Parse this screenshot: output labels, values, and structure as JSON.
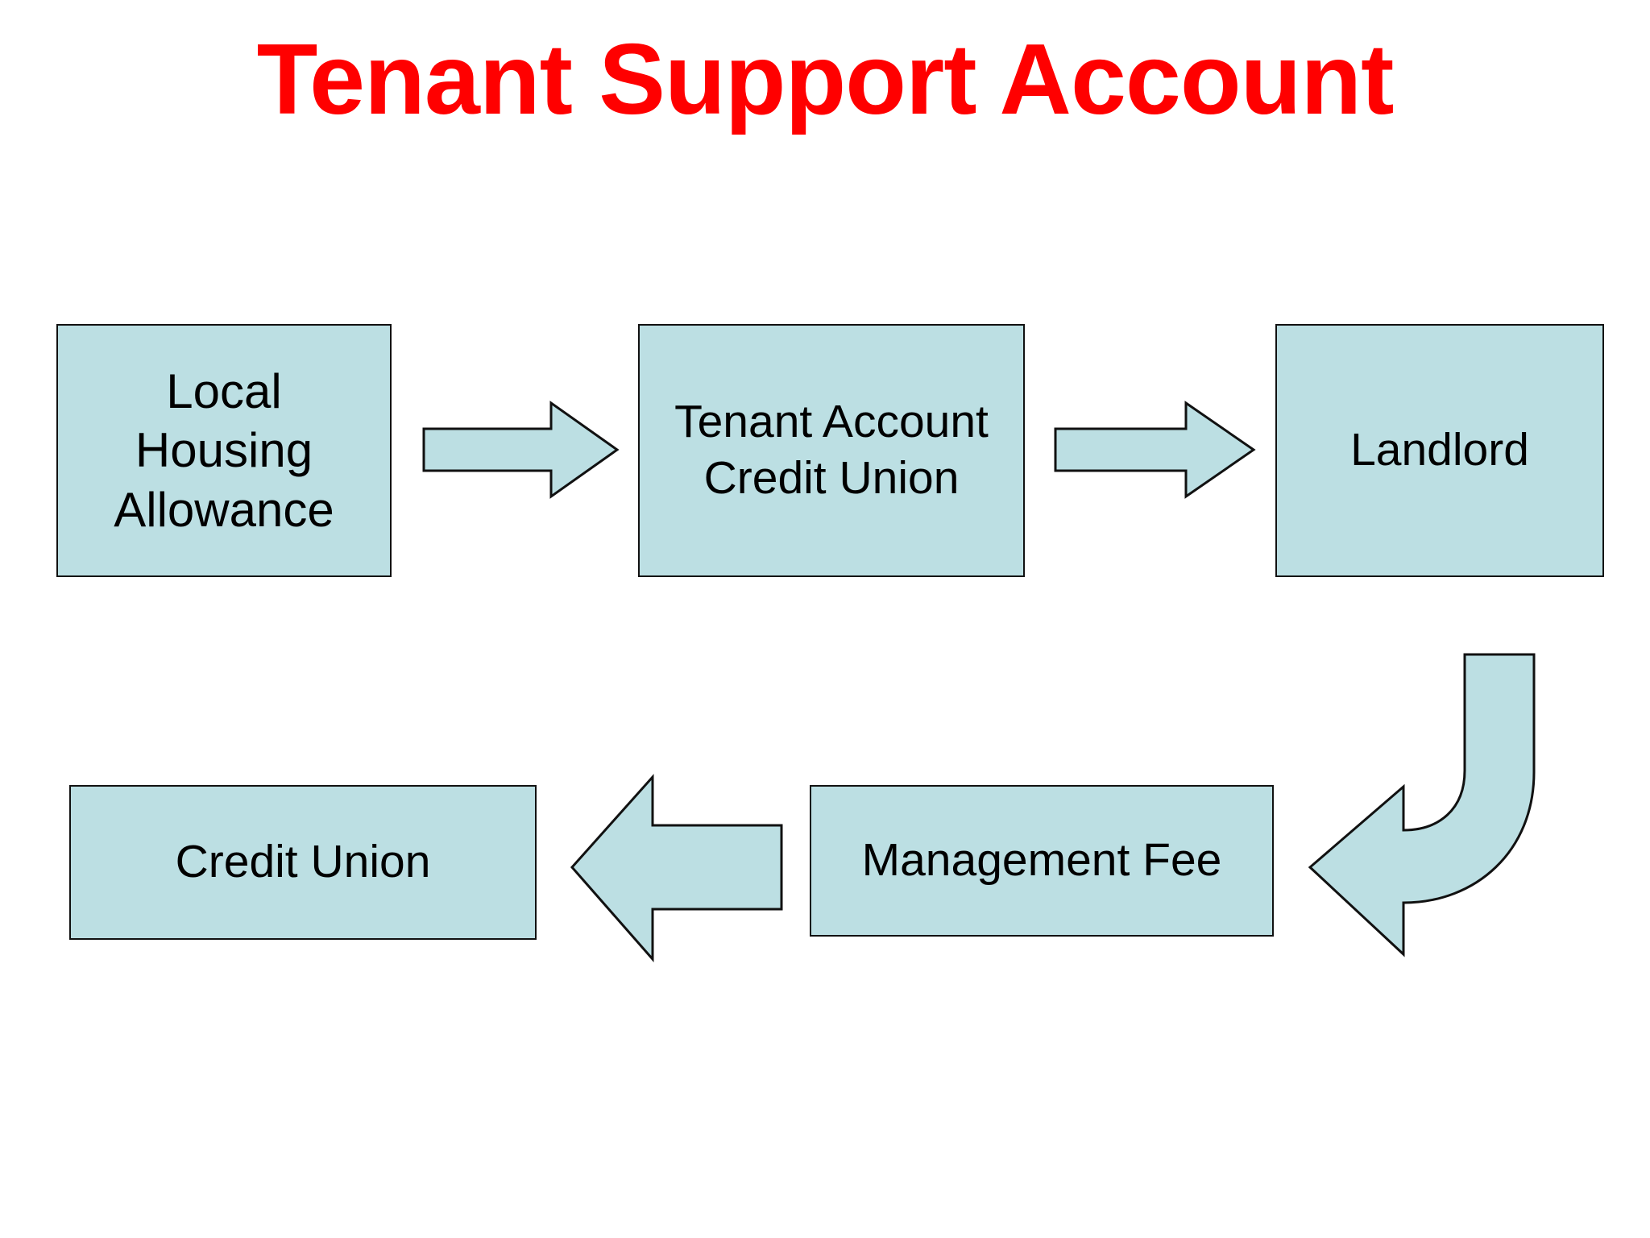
{
  "slide": {
    "title": "Tenant Support Account",
    "title_color": "#ff0000",
    "background_color": "#ffffff"
  },
  "theme": {
    "box_fill": "#bcdfe3",
    "box_border": "#111111",
    "arrow_fill": "#bcdfe3",
    "arrow_border": "#111111",
    "text_color": "#000000"
  },
  "diagram": {
    "type": "flow",
    "nodes": [
      {
        "id": "local-housing-allowance",
        "label": "Local\nHousing\nAllowance"
      },
      {
        "id": "tenant-account-credit-union",
        "label": "Tenant Account\nCredit Union"
      },
      {
        "id": "landlord",
        "label": "Landlord"
      },
      {
        "id": "management-fee",
        "label": "Management Fee"
      },
      {
        "id": "credit-union",
        "label": "Credit Union"
      }
    ],
    "edges": [
      {
        "from": "local-housing-allowance",
        "to": "tenant-account-credit-union",
        "style": "block-arrow",
        "direction": "right"
      },
      {
        "from": "tenant-account-credit-union",
        "to": "landlord",
        "style": "block-arrow",
        "direction": "right"
      },
      {
        "from": "landlord",
        "to": "management-fee",
        "style": "bent-arrow",
        "direction": "down-then-left"
      },
      {
        "from": "management-fee",
        "to": "credit-union",
        "style": "block-arrow",
        "direction": "left"
      }
    ]
  }
}
